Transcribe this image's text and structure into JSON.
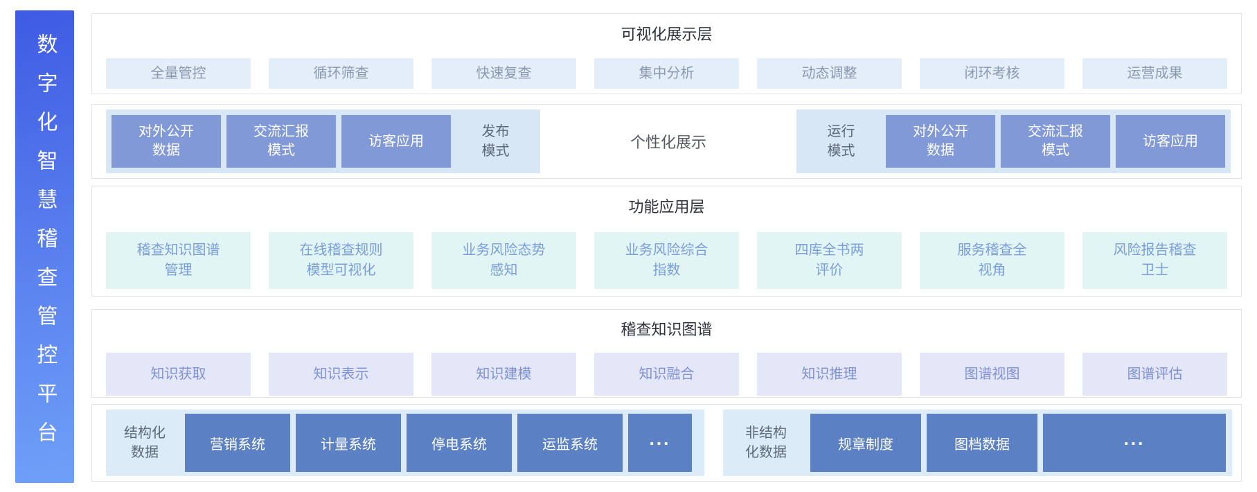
{
  "platform": {
    "title": "数字化智慧稽查管控平台"
  },
  "visualization_layer": {
    "title": "可视化展示层",
    "items": [
      "全量管控",
      "循环筛查",
      "快速复查",
      "集中分析",
      "动态调整",
      "闭环考核",
      "运营成果"
    ]
  },
  "display_modes": {
    "publish_group": {
      "boxes": [
        "对外公开\n数据",
        "交流汇报\n模式",
        "访客应用"
      ],
      "label": "发布\n模式"
    },
    "center_label": "个性化展示",
    "run_group": {
      "label": "运行\n模式",
      "boxes": [
        "对外公开\n数据",
        "交流汇报\n模式",
        "访客应用"
      ]
    }
  },
  "function_layer": {
    "title": "功能应用层",
    "items": [
      "稽查知识图谱\n管理",
      "在线稽查规则\n模型可视化",
      "业务风险态势\n感知",
      "业务风险综合\n指数",
      "四库全书两\n评价",
      "服务稽查全\n视角",
      "风险报告稽查\n卫士"
    ]
  },
  "knowledge_graph": {
    "title": "稽查知识图谱",
    "items": [
      "知识获取",
      "知识表示",
      "知识建模",
      "知识融合",
      "知识推理",
      "图谱视图",
      "图谱评估"
    ]
  },
  "data_sources": {
    "structured": {
      "label": "结构化\n数据",
      "boxes": [
        "营销系统",
        "计量系统",
        "停电系统",
        "运监系统"
      ],
      "more": "..."
    },
    "unstructured": {
      "label": "非结构\n化数据",
      "boxes": [
        "规章制度",
        "图档数据"
      ],
      "more": "..."
    }
  },
  "colors": {
    "sidebar_gradient_top": "#3e5be3",
    "sidebar_gradient_bottom": "#6fa0f8",
    "panel_border": "#e0e3e9",
    "chip_blue_bg": "#e3eef9",
    "chip_blue_text": "#8a99b0",
    "chip_teal_bg": "#e1f6f4",
    "chip_teal_text": "#7c9ddb",
    "chip_lavender_bg": "#e4e7f8",
    "chip_lavender_text": "#7f91d4",
    "mode_group_bg": "#d8e7f6",
    "mode_box_bg": "#8299d8",
    "data_group_bg": "#dcebf8",
    "data_box_bg": "#5b80c3",
    "title_text": "#2e333d",
    "label_text": "#5d6876"
  }
}
